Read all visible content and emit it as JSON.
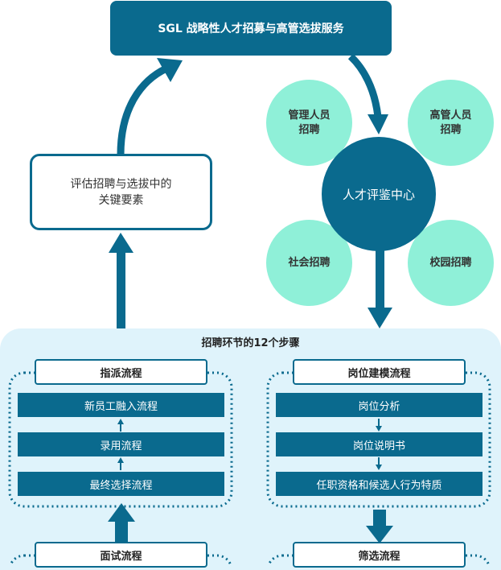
{
  "header": {
    "title": "SGL 战略性人才招募与高管选拔服务"
  },
  "evaluation": {
    "line1": "评估招聘与选拔中的",
    "line2": "关键要素"
  },
  "hub": {
    "center": "人才评鉴中心",
    "bubbles": {
      "top_left": {
        "line1": "管理人员",
        "line2": "招聘"
      },
      "top_right": {
        "line1": "高管人员",
        "line2": "招聘"
      },
      "bottom_left": {
        "line1": "社会招聘"
      },
      "bottom_right": {
        "line1": "校园招聘"
      }
    }
  },
  "process_panel": {
    "title": "招聘环节的12个步骤",
    "left_group": {
      "label": "指派流程",
      "steps": [
        "新员工融入流程",
        "录用流程",
        "最终选择流程"
      ]
    },
    "right_group": {
      "label": "岗位建模流程",
      "steps": [
        "岗位分析",
        "岗位说明书",
        "任职资格和候选人行为特质"
      ]
    },
    "bottom_left_label": "面试流程",
    "bottom_right_label": "筛选流程"
  },
  "colors": {
    "primary": "#0a6a8e",
    "bubble": "#8ff0d8",
    "panel_bg": "#dff3fb"
  }
}
